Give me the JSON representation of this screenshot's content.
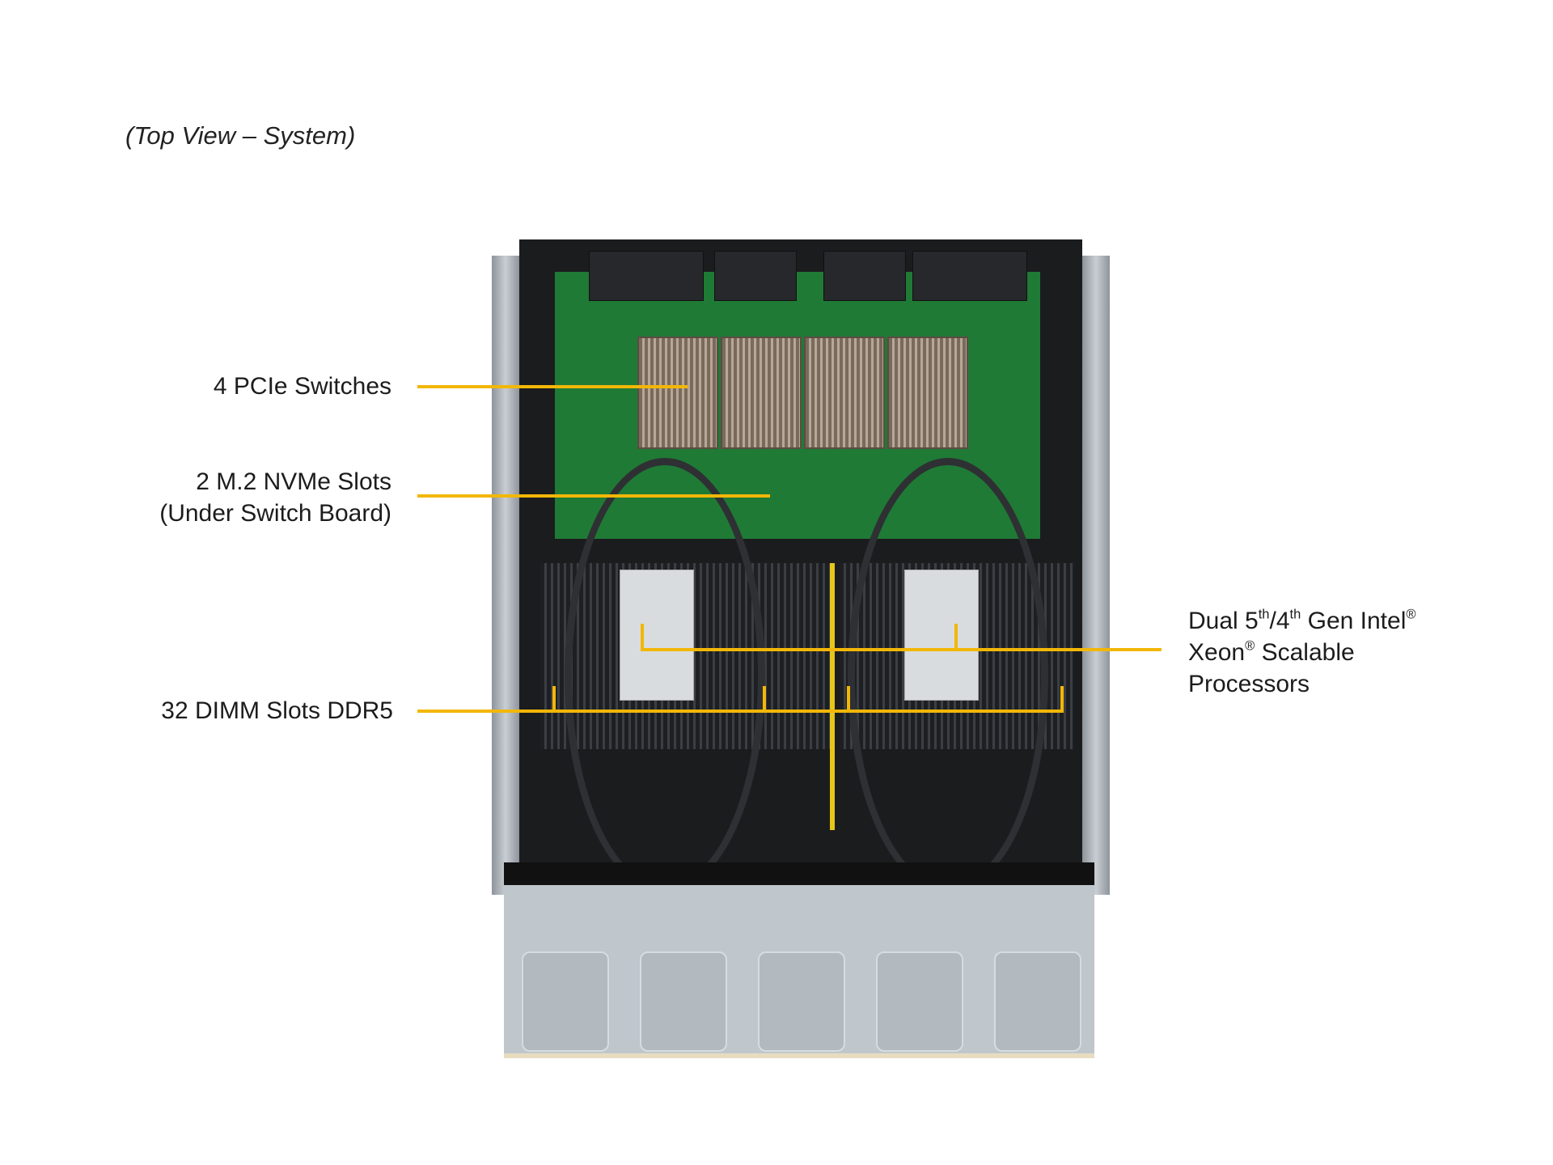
{
  "title": "(Top View – System)",
  "colors": {
    "callout_line": "#F2B707",
    "text": "#1c1c1c",
    "background": "#ffffff"
  },
  "callouts": [
    {
      "id": "pcie",
      "lines": [
        "4 PCIe Switches"
      ]
    },
    {
      "id": "nvme",
      "lines": [
        "2 M.2 NVMe Slots",
        "(Under Switch Board)"
      ]
    },
    {
      "id": "dimm",
      "lines": [
        "32 DIMM Slots DDR5"
      ]
    },
    {
      "id": "cpu",
      "line1_prefix": "Dual 5",
      "line1_sup1": "th",
      "line1_mid": "/4",
      "line1_sup2": "th",
      "line1_suffix": " Gen Intel",
      "line1_reg": "®",
      "line2_prefix": "Xeon",
      "line2_reg": "®",
      "line2_suffix": " Scalable",
      "line3": "Processors"
    }
  ],
  "image": {
    "subject": "server-chassis-top-view"
  }
}
